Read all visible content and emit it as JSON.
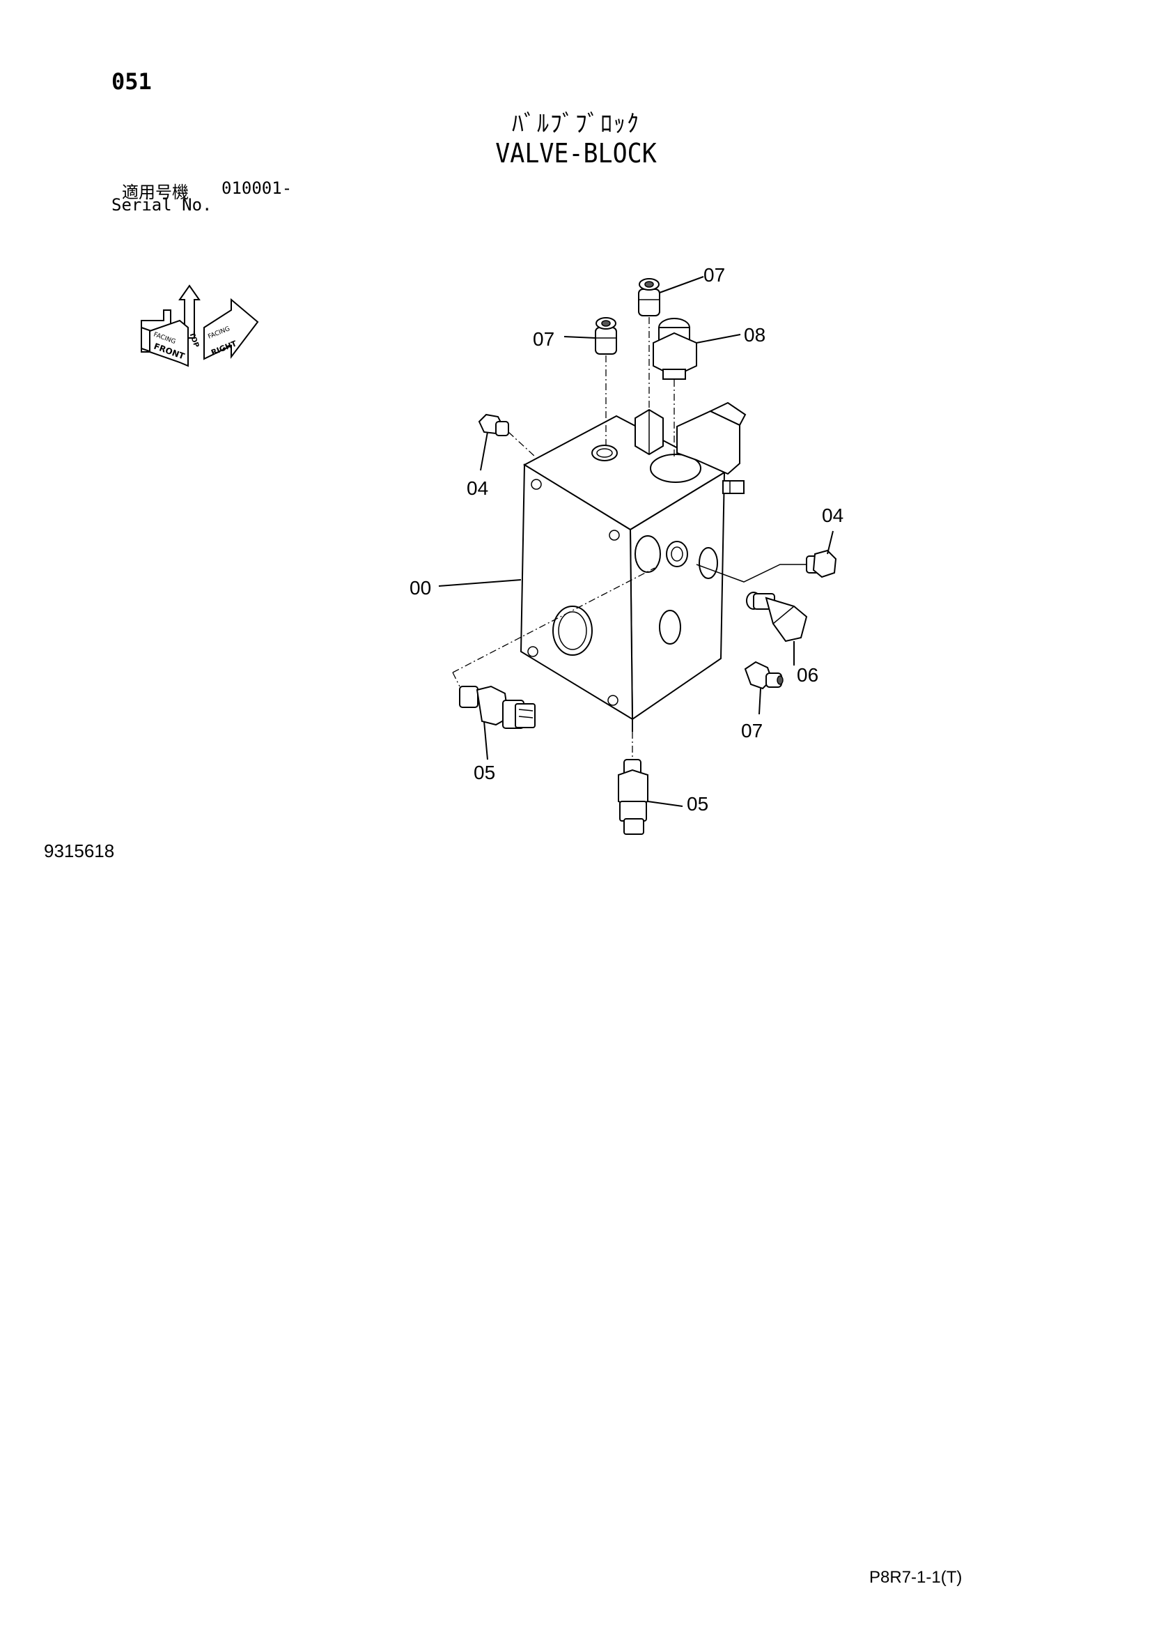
{
  "header": {
    "page_number": "051",
    "title_jp": "ﾊﾞﾙﾌﾞﾌﾞﾛｯｸ",
    "title_en": "VALVE-BLOCK",
    "serial_label_jp": "適用号機",
    "serial_value": "010001-",
    "serial_label_en": "Serial No."
  },
  "orientation_icon": {
    "labels": [
      "FRONT",
      "TOP",
      "RIGHT",
      "FACING",
      "FACING"
    ]
  },
  "callouts": {
    "c00": "00",
    "c04_left": "04",
    "c04_right": "04",
    "c05_left": "05",
    "c05_bottom": "05",
    "c06": "06",
    "c07_top_right": "07",
    "c07_top_left": "07",
    "c07_bottom": "07",
    "c08": "08"
  },
  "footer": {
    "drawing_number": "9315618",
    "page_code": "P8R7-1-1(T)"
  }
}
